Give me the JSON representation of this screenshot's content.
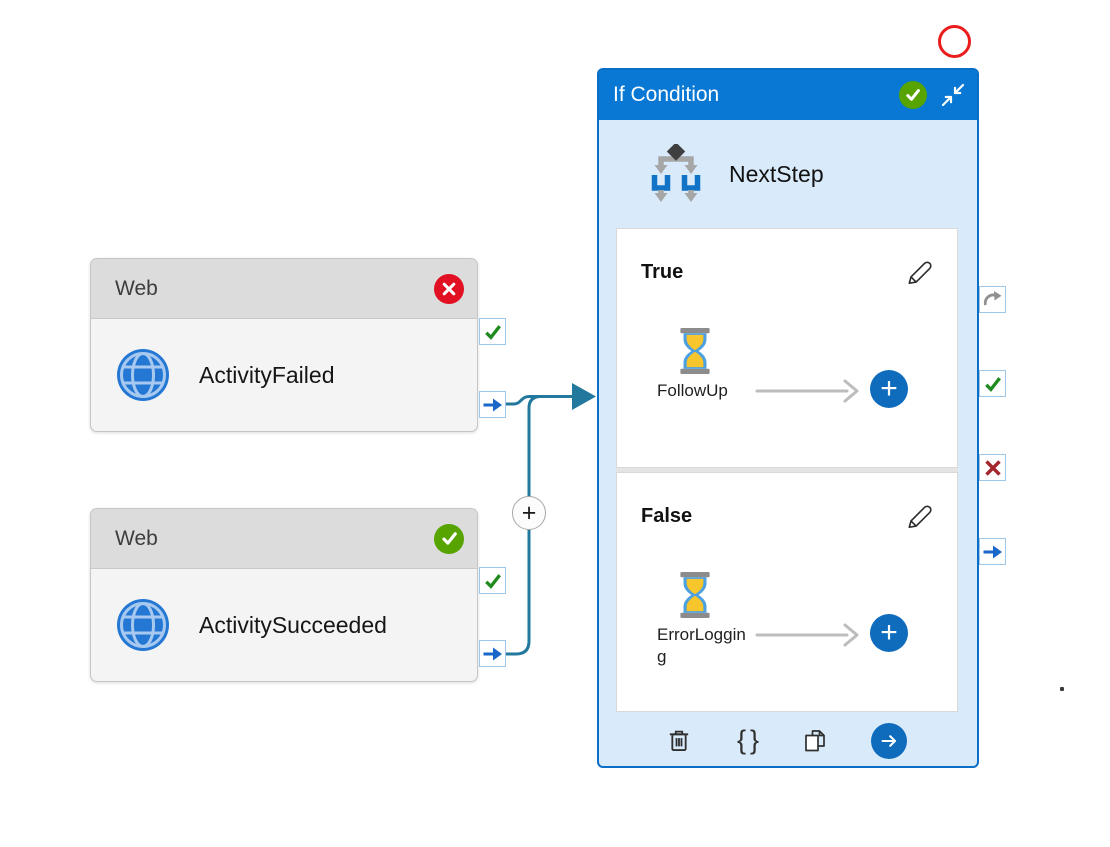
{
  "canvas": {
    "annotation": {
      "shape": "circle-outline",
      "color": "#ea1c1c"
    },
    "stray_dot_visible": true
  },
  "colors": {
    "if_header_blue": "#0878d4",
    "if_body_blue": "#d9eafa",
    "if_border_blue": "#0b6fc6",
    "web_header_gray": "#dcdcdc",
    "web_body_gray": "#f4f4f4",
    "connector_teal": "#23789d",
    "success_green": "#57a300",
    "error_red": "#e11123",
    "plus_button_blue": "#0f6cbd",
    "port_check_green": "#1f8a1f",
    "port_cross_red": "#a3262c",
    "port_arrow_blue": "#1b66c9"
  },
  "web_activity_1": {
    "type_label": "Web",
    "name": "ActivityFailed",
    "status": "failed",
    "ports": [
      "success-check",
      "completion-arrow"
    ]
  },
  "web_activity_2": {
    "type_label": "Web",
    "name": "ActivitySucceeded",
    "status": "succeeded",
    "ports": [
      "success-check",
      "completion-arrow"
    ]
  },
  "if_condition": {
    "title": "If Condition",
    "status": "succeeded",
    "name": "NextStep",
    "true_branch": {
      "label": "True",
      "activity_name": "FollowUp",
      "activity_type": "wait"
    },
    "false_branch": {
      "label": "False",
      "activity_name": "ErrorLogging",
      "activity_type": "wait"
    },
    "ports": [
      "skipped-arrow",
      "success-check",
      "failure-cross",
      "completion-arrow"
    ]
  },
  "icons": {
    "plus": "+",
    "braces": "{}"
  }
}
